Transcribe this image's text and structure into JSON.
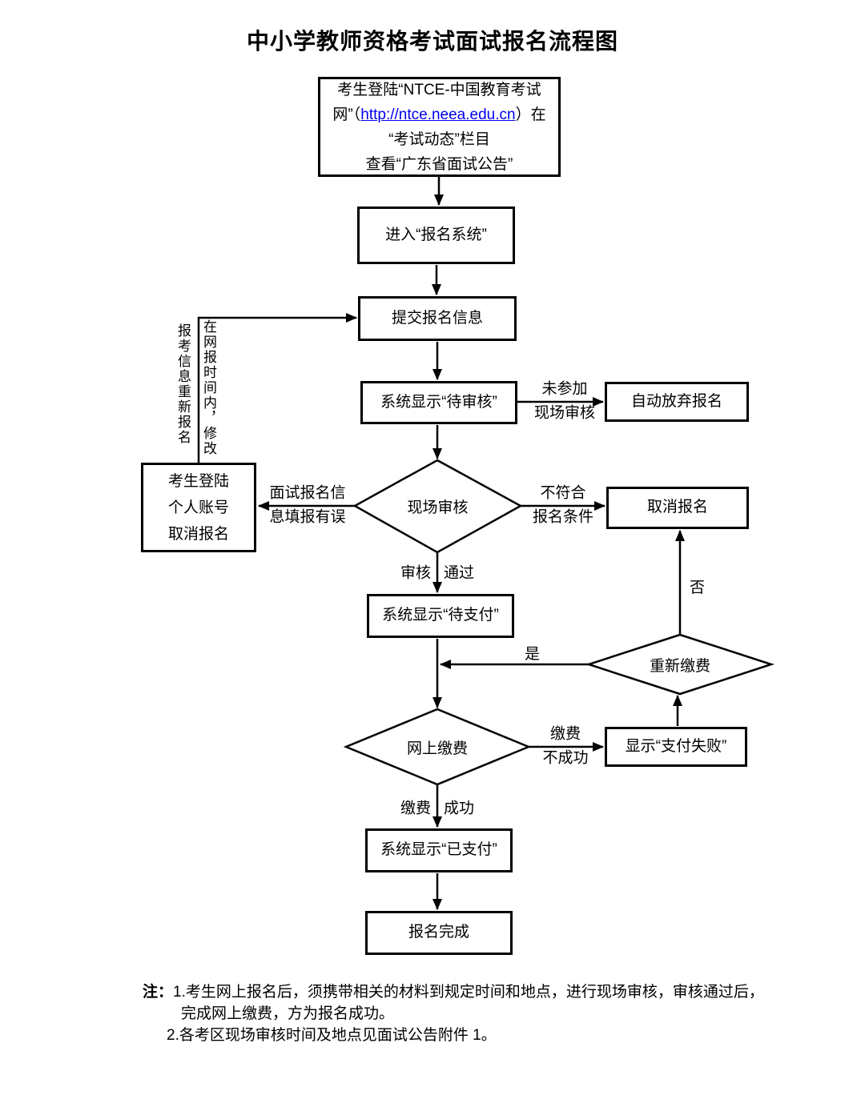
{
  "title": "中小学教师资格考试面试报名流程图",
  "nodes": {
    "login": {
      "line1": "考生登陆“NTCE-中国教育考试",
      "line2_pre": "网”（",
      "url": "http://ntce.neea.edu.cn",
      "line2_post": "）在",
      "line3": "“考试动态”栏目",
      "line4": "查看“广东省面试公告”"
    },
    "enter_system": "进入“报名系统”",
    "submit_info": "提交报名信息",
    "pending_review": "系统显示“待审核”",
    "auto_abandon": "自动放弃报名",
    "onsite_review": "现场审核",
    "cancel_account": {
      "line1": "考生登陆",
      "line2": "个人账号",
      "line3": "取消报名"
    },
    "cancel_reg": "取消报名",
    "pending_pay": "系统显示“待支付”",
    "repay": "重新缴费",
    "online_pay": "网上缴费",
    "pay_fail": "显示“支付失败”",
    "paid": "系统显示“已支付”",
    "complete": "报名完成"
  },
  "edge_labels": {
    "not_attended_line1": "未参加",
    "not_attended_line2": "现场审核",
    "info_error_line1": "面试报名信",
    "info_error_line2": "息填报有误",
    "not_qualified_line1": "不符合",
    "not_qualified_line2": "报名条件",
    "review_left": "审核",
    "review_right": "通过",
    "yes": "是",
    "no": "否",
    "pay_fail_line1": "缴费",
    "pay_fail_line2": "不成功",
    "pay_success_left": "缴费",
    "pay_success_right": "成功",
    "side_column_right": "在网报时间内，修改",
    "side_column_left": "报考信息重新报名"
  },
  "notes": {
    "prefix": "注：",
    "item1_line1": "1.考生网上报名后，须携带相关的材料到规定时间和地点，进行现场审核，审核通过后，",
    "item1_line2": "完成网上缴费，方为报名成功。",
    "item2": "2.各考区现场审核时间及地点见面试公告附件 1。"
  },
  "colors": {
    "link": "#0000EE",
    "line": "#000000"
  }
}
